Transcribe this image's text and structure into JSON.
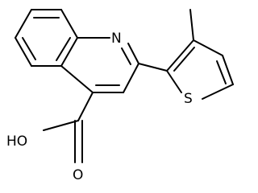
{
  "molecule": {
    "atoms": {
      "nitrogen": "N",
      "sulfur": "S",
      "hydroxyl": "HO",
      "carbonyl_oxygen": "O"
    },
    "colors": {
      "bond": "#000000",
      "label": "#000000",
      "background": "#ffffff"
    }
  }
}
